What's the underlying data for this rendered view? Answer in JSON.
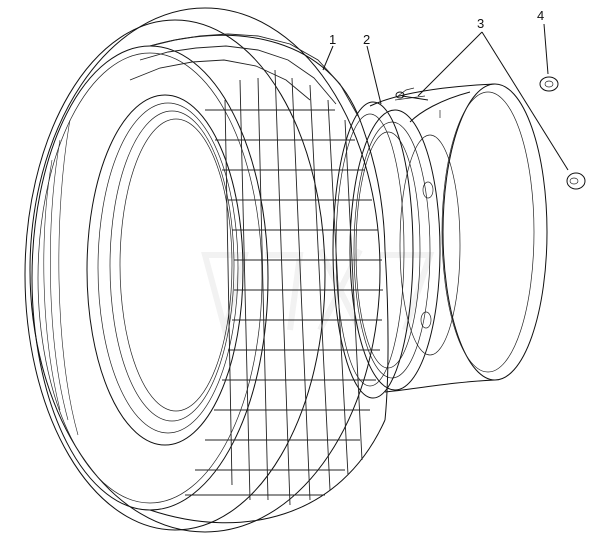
{
  "callouts": [
    {
      "id": "1",
      "part": "tire"
    },
    {
      "id": "2",
      "part": "rim-ring"
    },
    {
      "id": "3",
      "part": "valve-and-cap"
    },
    {
      "id": "4",
      "part": "valve-cap"
    }
  ],
  "colors": {
    "line": "#111111",
    "background": "#ffffff",
    "watermark": "#e6e6e6"
  }
}
